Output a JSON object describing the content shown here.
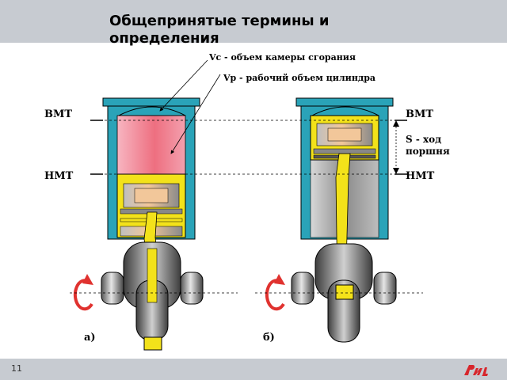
{
  "slide": {
    "title": "Общепринятые термины и определения",
    "page_number": "11"
  },
  "diagram": {
    "vc_label": "Vс - объем камеры сгорания",
    "vp_label": "Vр - рабочий объем цилиндра",
    "tdc_left": "ВМТ",
    "bdc_left": "НМТ",
    "tdc_right": "ВМТ",
    "bdc_right": "НМТ",
    "stroke_label_1": "S - ход",
    "stroke_label_2": "поршня",
    "caption_a": "а)",
    "caption_b": "б)"
  },
  "colors": {
    "cylinder_wall": "#2aa3b8",
    "piston_yellow": "#f3e21a",
    "chamber_pink": "#ee6f80",
    "metal_gray": "#8e8e8e",
    "rotation_red": "#e0322f",
    "logo_red": "#d7262c",
    "header_gray": "#c7cbd1"
  }
}
